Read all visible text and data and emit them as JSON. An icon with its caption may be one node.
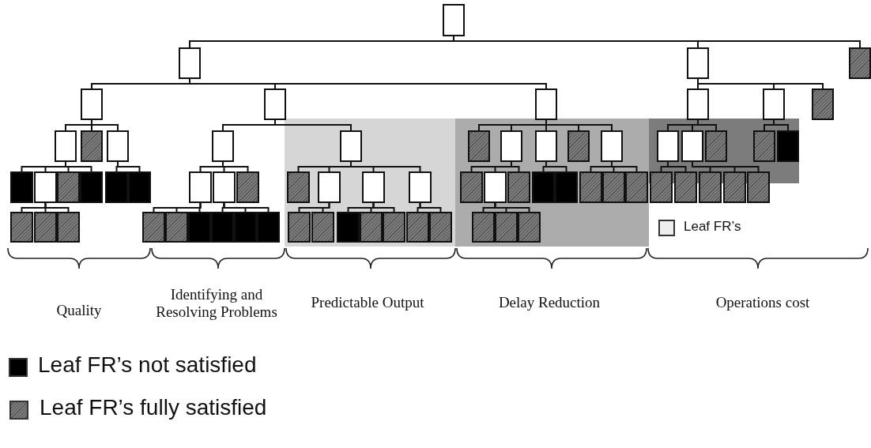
{
  "diagram": {
    "nodes": [
      {
        "text": [],
        "shape": "box"
      },
      {
        "text": [],
        "shape": "box"
      },
      {
        "text": [],
        "shape": "box"
      },
      {
        "text": [],
        "shape": "box"
      },
      {
        "text": [],
        "shape": "box"
      },
      {
        "text": [],
        "shape": "box"
      },
      {
        "text": [],
        "shape": "box"
      },
      {
        "text": [],
        "shape": "box"
      },
      {
        "text": [],
        "shape": "box"
      },
      {
        "text": [],
        "shape": "box"
      },
      {
        "text": [],
        "shape": "box"
      },
      {
        "text": [],
        "shape": "box"
      },
      {
        "text": [],
        "shape": "box"
      },
      {
        "text": [],
        "shape": "box"
      },
      {
        "text": [],
        "shape": "box"
      },
      {
        "text": [],
        "shape": "box"
      },
      {
        "text": [],
        "shape": "box"
      },
      {
        "text": [],
        "shape": "box"
      },
      {
        "text": [],
        "shape": "box"
      },
      {
        "text": [],
        "shape": "box"
      },
      {
        "text": [],
        "shape": "box"
      },
      {
        "text": [],
        "shape": "box"
      },
      {
        "text": [],
        "shape": "box"
      },
      {
        "text": [],
        "shape": "box"
      },
      {
        "text": [],
        "shape": "box"
      },
      {
        "text": [],
        "shape": "box"
      },
      {
        "text": [],
        "shape": "box"
      },
      {
        "text": [],
        "shape": "box"
      },
      {
        "text": [],
        "shape": "box"
      },
      {
        "text": [],
        "shape": "box"
      },
      {
        "text": [],
        "shape": "box"
      },
      {
        "text": [],
        "shape": "box"
      },
      {
        "text": [],
        "shape": "box"
      },
      {
        "text": [],
        "shape": "box"
      },
      {
        "text": [],
        "shape": "box"
      },
      {
        "text": [],
        "shape": "box"
      },
      {
        "text": [],
        "shape": "box"
      },
      {
        "text": [],
        "shape": "box"
      },
      {
        "text": [],
        "shape": "box"
      },
      {
        "text": [],
        "shape": "box"
      },
      {
        "text": [],
        "shape": "box"
      },
      {
        "text": [],
        "shape": "box"
      },
      {
        "text": [],
        "shape": "box"
      },
      {
        "text": [],
        "shape": "box"
      },
      {
        "text": [],
        "shape": "box"
      },
      {
        "text": [],
        "shape": "box"
      },
      {
        "text": [],
        "shape": "box"
      },
      {
        "text": [],
        "shape": "box"
      },
      {
        "text": [],
        "shape": "box"
      },
      {
        "text": [],
        "shape": "box"
      },
      {
        "text": [],
        "shape": "box"
      },
      {
        "text": [],
        "shape": "box"
      },
      {
        "text": [],
        "shape": "box"
      },
      {
        "text": [],
        "shape": "box"
      },
      {
        "text": [],
        "shape": "box"
      },
      {
        "text": [],
        "shape": "box"
      },
      {
        "text": [],
        "shape": "box"
      },
      {
        "text": [],
        "shape": "box"
      },
      {
        "text": [],
        "shape": "box"
      },
      {
        "text": [],
        "shape": "box"
      },
      {
        "text": [],
        "shape": "box"
      },
      {
        "text": [],
        "shape": "box"
      },
      {
        "text": [],
        "shape": "box"
      },
      {
        "text": [],
        "shape": "box"
      },
      {
        "text": [],
        "shape": "box"
      },
      {
        "text": [],
        "shape": "box"
      },
      {
        "text": [],
        "shape": "box"
      },
      {
        "text": [],
        "shape": "box"
      },
      {
        "text": [],
        "shape": "box"
      },
      {
        "text": [],
        "shape": "box"
      }
    ],
    "edges": [
      {
        "from": 0,
        "to": 1,
        "arrow": "none"
      },
      {
        "from": 0,
        "to": 2,
        "arrow": "none"
      },
      {
        "from": 0,
        "to": 3,
        "arrow": "none"
      },
      {
        "from": 1,
        "to": 4,
        "arrow": "none"
      },
      {
        "from": 1,
        "to": 5,
        "arrow": "none"
      },
      {
        "from": 1,
        "to": 6,
        "arrow": "none"
      },
      {
        "from": 2,
        "to": 7,
        "arrow": "none"
      },
      {
        "from": 2,
        "to": 8,
        "arrow": "none"
      },
      {
        "from": 2,
        "to": 9,
        "arrow": "none"
      },
      {
        "from": 4,
        "to": 10,
        "arrow": "none"
      },
      {
        "from": 4,
        "to": 11,
        "arrow": "none"
      },
      {
        "from": 4,
        "to": 12,
        "arrow": "none"
      },
      {
        "from": 5,
        "to": 13,
        "arrow": "none"
      },
      {
        "from": 5,
        "to": 14,
        "arrow": "none"
      },
      {
        "from": 6,
        "to": 15,
        "arrow": "none"
      },
      {
        "from": 6,
        "to": 16,
        "arrow": "none"
      },
      {
        "from": 6,
        "to": 17,
        "arrow": "none"
      },
      {
        "from": 6,
        "to": 18,
        "arrow": "none"
      },
      {
        "from": 6,
        "to": 19,
        "arrow": "none"
      },
      {
        "from": 7,
        "to": 20,
        "arrow": "none"
      },
      {
        "from": 7,
        "to": 21,
        "arrow": "none"
      },
      {
        "from": 7,
        "to": 22,
        "arrow": "none"
      },
      {
        "from": 8,
        "to": 23,
        "arrow": "none"
      },
      {
        "from": 8,
        "to": 24,
        "arrow": "none"
      },
      {
        "from": 10,
        "to": 25,
        "arrow": "none"
      },
      {
        "from": 10,
        "to": 26,
        "arrow": "none"
      },
      {
        "from": 10,
        "to": 27,
        "arrow": "none"
      },
      {
        "from": 10,
        "to": 28,
        "arrow": "none"
      },
      {
        "from": 12,
        "to": 29,
        "arrow": "none"
      },
      {
        "from": 12,
        "to": 30,
        "arrow": "none"
      },
      {
        "from": 13,
        "to": 31,
        "arrow": "none"
      },
      {
        "from": 13,
        "to": 32,
        "arrow": "none"
      },
      {
        "from": 13,
        "to": 33,
        "arrow": "none"
      },
      {
        "from": 14,
        "to": 34,
        "arrow": "none"
      },
      {
        "from": 14,
        "to": 35,
        "arrow": "none"
      },
      {
        "from": 14,
        "to": 36,
        "arrow": "none"
      },
      {
        "from": 14,
        "to": 37,
        "arrow": "none"
      },
      {
        "from": 16,
        "to": 38,
        "arrow": "none"
      },
      {
        "from": 16,
        "to": 39,
        "arrow": "none"
      },
      {
        "from": 16,
        "to": 40,
        "arrow": "none"
      },
      {
        "from": 17,
        "to": 41,
        "arrow": "none"
      },
      {
        "from": 17,
        "to": 42,
        "arrow": "none"
      },
      {
        "from": 19,
        "to": 43,
        "arrow": "none"
      },
      {
        "from": 19,
        "to": 44,
        "arrow": "none"
      },
      {
        "from": 19,
        "to": 45,
        "arrow": "none"
      },
      {
        "from": 20,
        "to": 46,
        "arrow": "none"
      },
      {
        "from": 20,
        "to": 47,
        "arrow": "none"
      },
      {
        "from": 21,
        "to": 48,
        "arrow": "none"
      },
      {
        "from": 21,
        "to": 49,
        "arrow": "none"
      },
      {
        "from": 21,
        "to": 50,
        "arrow": "none"
      },
      {
        "from": 26,
        "to": 51,
        "arrow": "none"
      },
      {
        "from": 26,
        "to": 52,
        "arrow": "none"
      },
      {
        "from": 26,
        "to": 53,
        "arrow": "none"
      },
      {
        "from": 31,
        "to": 54,
        "arrow": "none"
      },
      {
        "from": 31,
        "to": 55,
        "arrow": "none"
      },
      {
        "from": 31,
        "to": 56,
        "arrow": "none"
      },
      {
        "from": 32,
        "to": 57,
        "arrow": "none"
      },
      {
        "from": 32,
        "to": 58,
        "arrow": "none"
      },
      {
        "from": 32,
        "to": 59,
        "arrow": "none"
      },
      {
        "from": 35,
        "to": 60,
        "arrow": "none"
      },
      {
        "from": 35,
        "to": 61,
        "arrow": "none"
      },
      {
        "from": 36,
        "to": 62,
        "arrow": "none"
      },
      {
        "from": 36,
        "to": 63,
        "arrow": "none"
      },
      {
        "from": 36,
        "to": 64,
        "arrow": "none"
      },
      {
        "from": 37,
        "to": 65,
        "arrow": "none"
      },
      {
        "from": 37,
        "to": 66,
        "arrow": "none"
      },
      {
        "from": 39,
        "to": 67,
        "arrow": "none"
      },
      {
        "from": 39,
        "to": 68,
        "arrow": "none"
      },
      {
        "from": 39,
        "to": 69,
        "arrow": "none"
      }
    ],
    "labels": [
      "Quality",
      "Identifying and Resolving Problems",
      "Predictable Output",
      "Delay Reduction",
      "Operations cost"
    ],
    "legend": [
      {
        "text": "Leaf FR’s",
        "color": "#eeeeee"
      },
      {
        "text": "Leaf FR’s not satisfied",
        "color": "#000000"
      },
      {
        "text": "Leaf FR’s fully satisfied",
        "color": "#7a7a7a"
      }
    ]
  }
}
